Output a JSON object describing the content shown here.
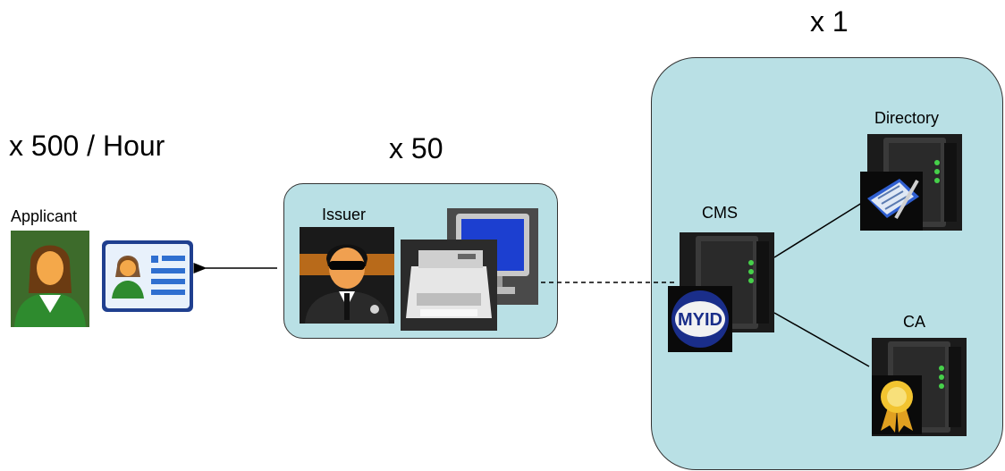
{
  "labels": {
    "rate": "x 500 / Hour",
    "issuer_count": "x 50",
    "server_count": "x 1",
    "applicant": "Applicant",
    "issuer": "Issuer",
    "cms": "CMS",
    "directory": "Directory",
    "ca": "CA",
    "myid_logo": "MYID"
  },
  "icons": {
    "applicant": "person-icon",
    "id_card": "id-card-icon",
    "issuer": "agent-icon",
    "printer": "printer-icon",
    "monitor": "monitor-icon",
    "cms_server": "server-icon",
    "myid": "myid-logo-icon",
    "directory_server": "server-icon",
    "directory_book": "address-book-icon",
    "ca_server": "server-icon",
    "ca_award": "award-ribbon-icon"
  },
  "colors": {
    "box_fill": "#b9e0e5",
    "box_border": "#333333",
    "person_green": "#2e8b2e",
    "card_blue": "#2f6fd0"
  }
}
